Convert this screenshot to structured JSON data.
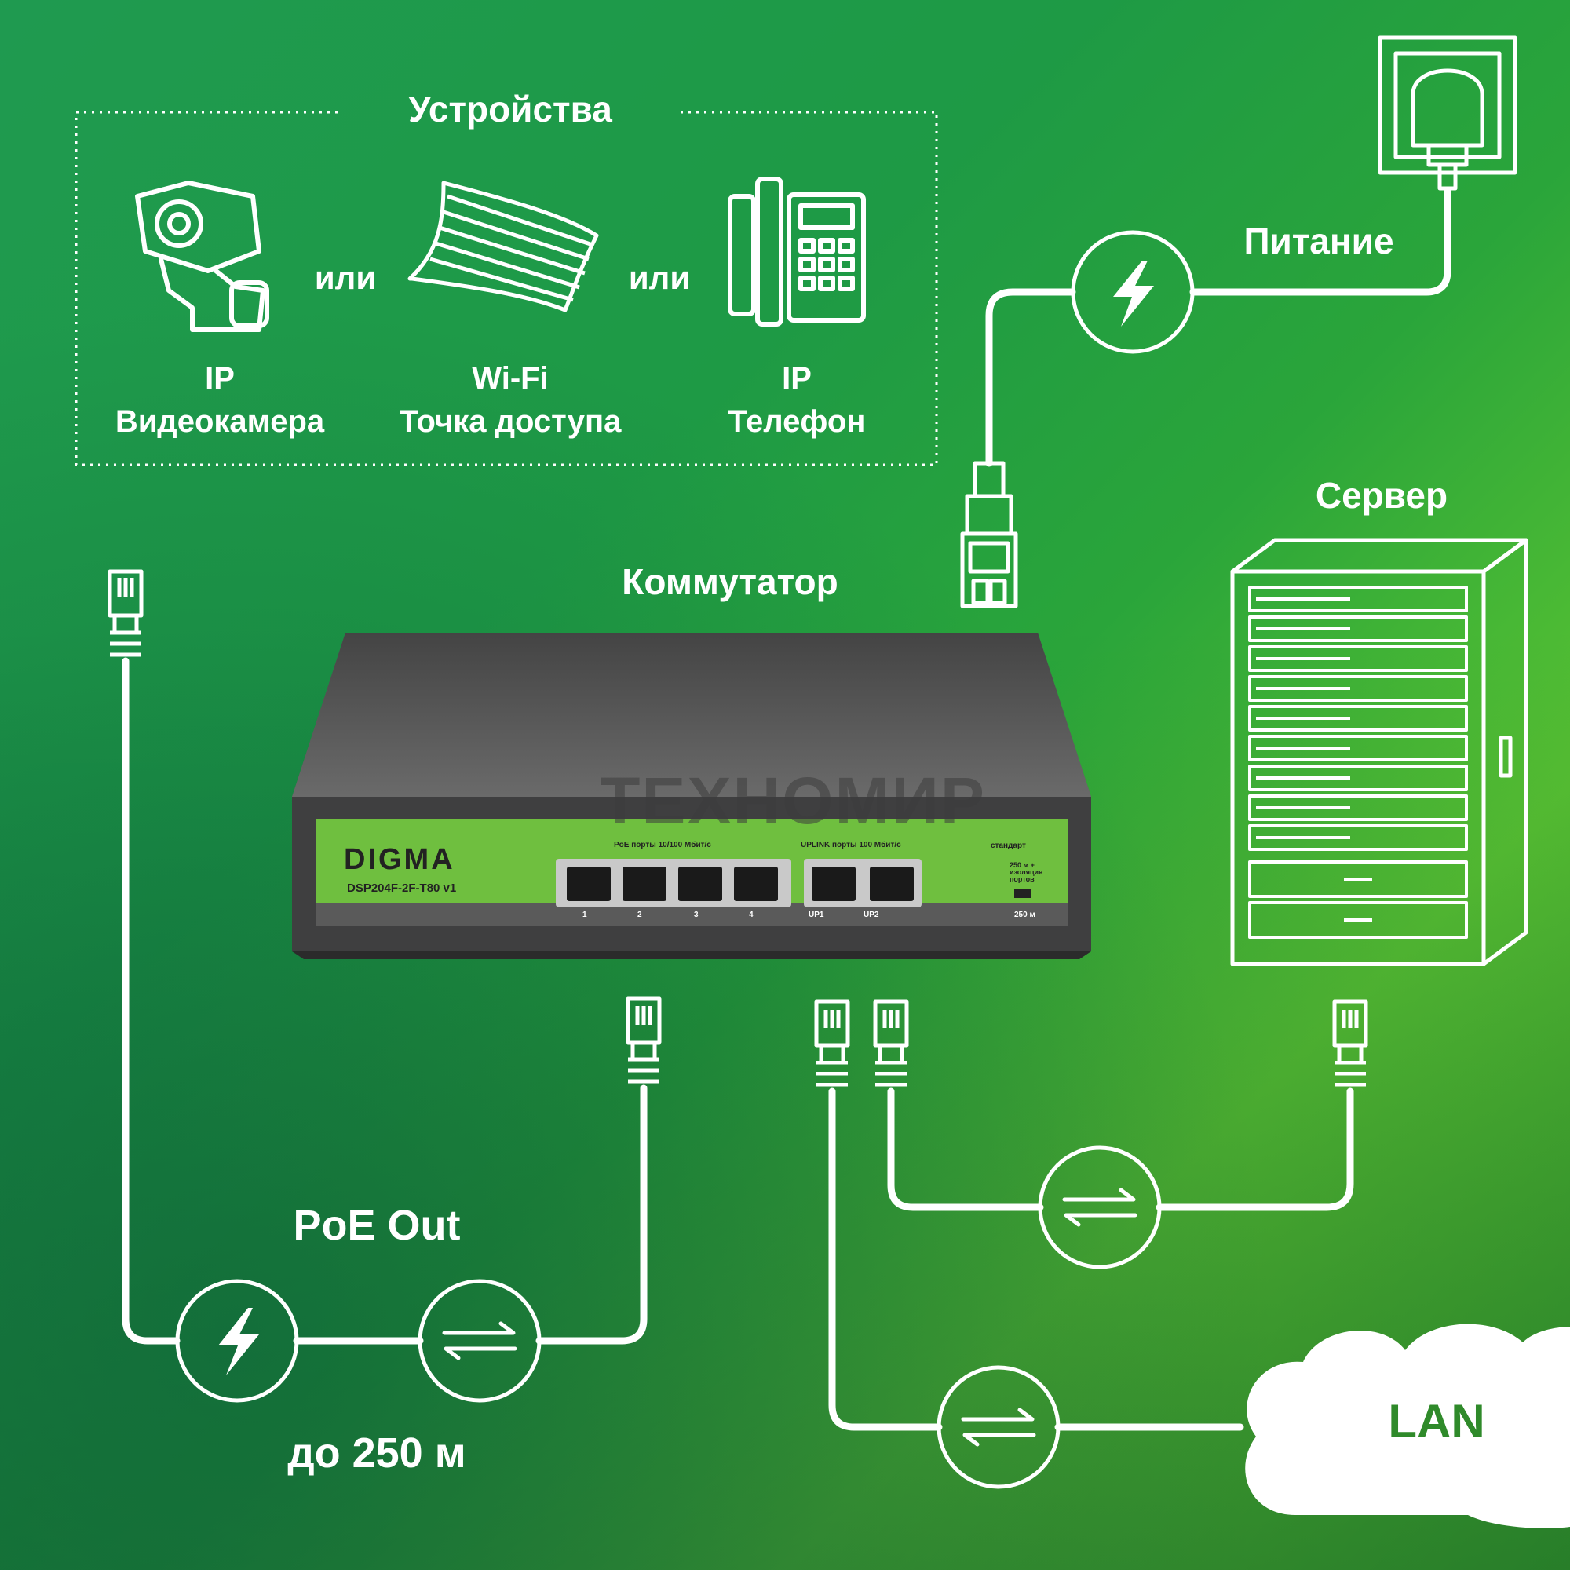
{
  "header": {
    "title": "Устройства"
  },
  "devices": [
    {
      "line1": "IP",
      "line2": "Видеокамера",
      "icon": "ip-camera-icon"
    },
    {
      "line1": "Wi-Fi",
      "line2": "Точка доступа",
      "icon": "wifi-access-point-icon"
    },
    {
      "line1": "IP",
      "line2": "Телефон",
      "icon": "ip-phone-icon"
    }
  ],
  "connector_word": "или",
  "power": {
    "label": "Питание"
  },
  "server": {
    "label": "Сервер"
  },
  "switch": {
    "label": "Коммутатор",
    "brand": "DIGMA",
    "model": "DSP204F-2F-T80 v1",
    "poe_ports_label": "PoE порты 10/100 Мбит/с",
    "uplink_label": "UPLINK порты 100 Мбит/с",
    "standard_label": "стандарт",
    "mode_label": "250 м + изоляция портов",
    "led_label": "250 м",
    "ports": [
      "1",
      "2",
      "3",
      "4"
    ],
    "uplinks": [
      "UP1",
      "UP2"
    ]
  },
  "watermark": "ТЕХНОМИР",
  "poe": {
    "title": "PoE Out",
    "distance": "до 250 м"
  },
  "lan": {
    "label": "LAN"
  },
  "colors": {
    "line": "#ffffff",
    "lan_text": "#2f8a2a",
    "panel": "#6fbf3f",
    "switch_body": "#4a4a4a"
  }
}
